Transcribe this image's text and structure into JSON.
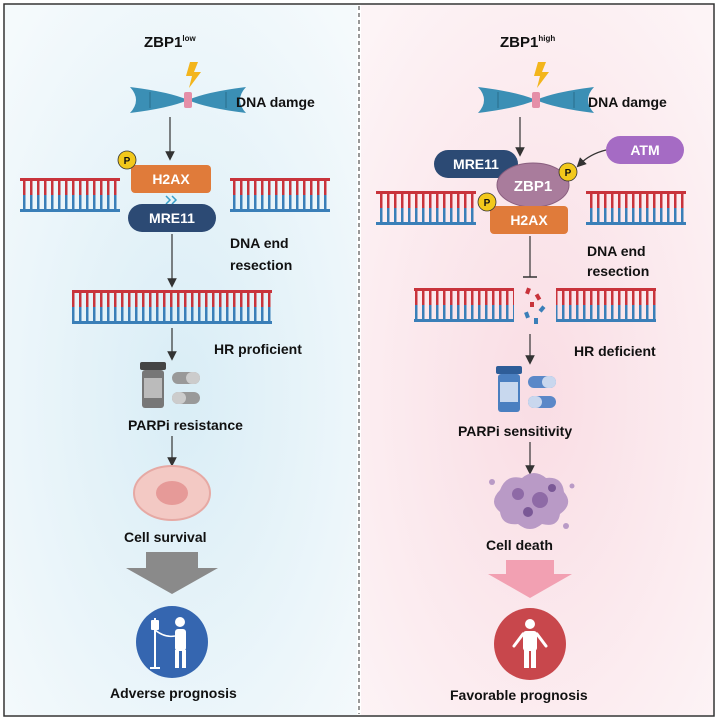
{
  "left": {
    "title_main": "ZBP1",
    "title_sup": "low",
    "dna_damage": "DNA damge",
    "mre11": "MRE11",
    "h2ax": "H2AX",
    "phospho": "P",
    "resection_1": "DNA end",
    "resection_2": "resection",
    "hr_status": "HR proficient",
    "parpi": "PARPi resistance",
    "cell_outcome": "Cell survival",
    "prognosis": "Adverse prognosis"
  },
  "right": {
    "title_main": "ZBP1",
    "title_sup": "high",
    "dna_damage": "DNA damge",
    "mre11": "MRE11",
    "zbp1": "ZBP1",
    "atm": "ATM",
    "h2ax": "H2AX",
    "phospho": "P",
    "resection_1": "DNA end",
    "resection_2": "resection",
    "hr_status": "HR deficient",
    "parpi": "PARPi sensitivity",
    "cell_outcome": "Cell death",
    "prognosis": "Favorable prognosis"
  },
  "colors": {
    "left_bg": "#e3f1f7",
    "right_bg": "#fbe7ec",
    "chromosome": "#3b8fb5",
    "centromere": "#e58fa8",
    "mre11": "#2c4a74",
    "h2ax": "#e07b3a",
    "zbp1": "#a97c9c",
    "atm": "#a56bc4",
    "phospho": "#f2c81b",
    "dna_red": "#c8333b",
    "dna_blue": "#3a7fb8",
    "adverse_circle": "#3566b0",
    "favorable_circle": "#c8474c",
    "down_arrow_left": "#8a8a8a",
    "down_arrow_right": "#f2a0b2"
  },
  "icons": [
    "lightning-icon",
    "chromosome-icon",
    "pill-bottle-icon",
    "capsule-icon",
    "cell-icon",
    "dead-cell-icon",
    "patient-iv-icon",
    "healthy-person-icon"
  ]
}
